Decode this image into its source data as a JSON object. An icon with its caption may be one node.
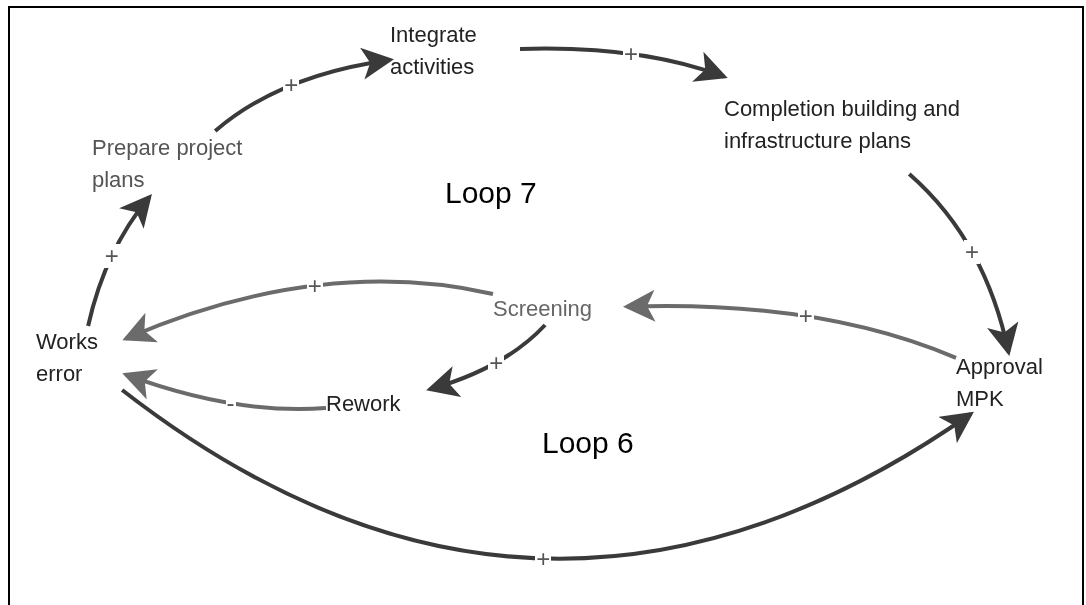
{
  "diagram": {
    "nodes": [
      {
        "text": [
          "Integrate activities"
        ]
      },
      {
        "text": [
          "Completion building and infrastructure plans"
        ]
      },
      {
        "text": [
          "Prepare project plans"
        ]
      },
      {
        "text": [
          "Works error"
        ]
      },
      {
        "text": [
          "Screening"
        ]
      },
      {
        "text": [
          "Rework"
        ]
      },
      {
        "text": [
          "Approval MPK"
        ]
      }
    ],
    "edges": [
      {
        "from": 2,
        "to": 0,
        "arrow": "to",
        "label": "+"
      },
      {
        "from": 0,
        "to": 1,
        "arrow": "to",
        "label": "+"
      },
      {
        "from": 1,
        "to": 6,
        "arrow": "to",
        "label": "+"
      },
      {
        "from": 3,
        "to": 2,
        "arrow": "to",
        "label": "+"
      },
      {
        "from": 4,
        "to": 3,
        "arrow": "to",
        "label": "+",
        "color": "#6b6b6b"
      },
      {
        "from": 6,
        "to": 4,
        "arrow": "to",
        "label": "+",
        "color": "#6b6b6b"
      },
      {
        "from": 4,
        "to": 5,
        "arrow": "to",
        "label": "+"
      },
      {
        "from": 5,
        "to": 3,
        "arrow": "to",
        "label": "-",
        "color": "#6b6b6b"
      },
      {
        "from": 3,
        "to": 6,
        "arrow": "to",
        "label": "+"
      }
    ],
    "labels": [
      "Loop 7",
      "Loop 6"
    ]
  }
}
